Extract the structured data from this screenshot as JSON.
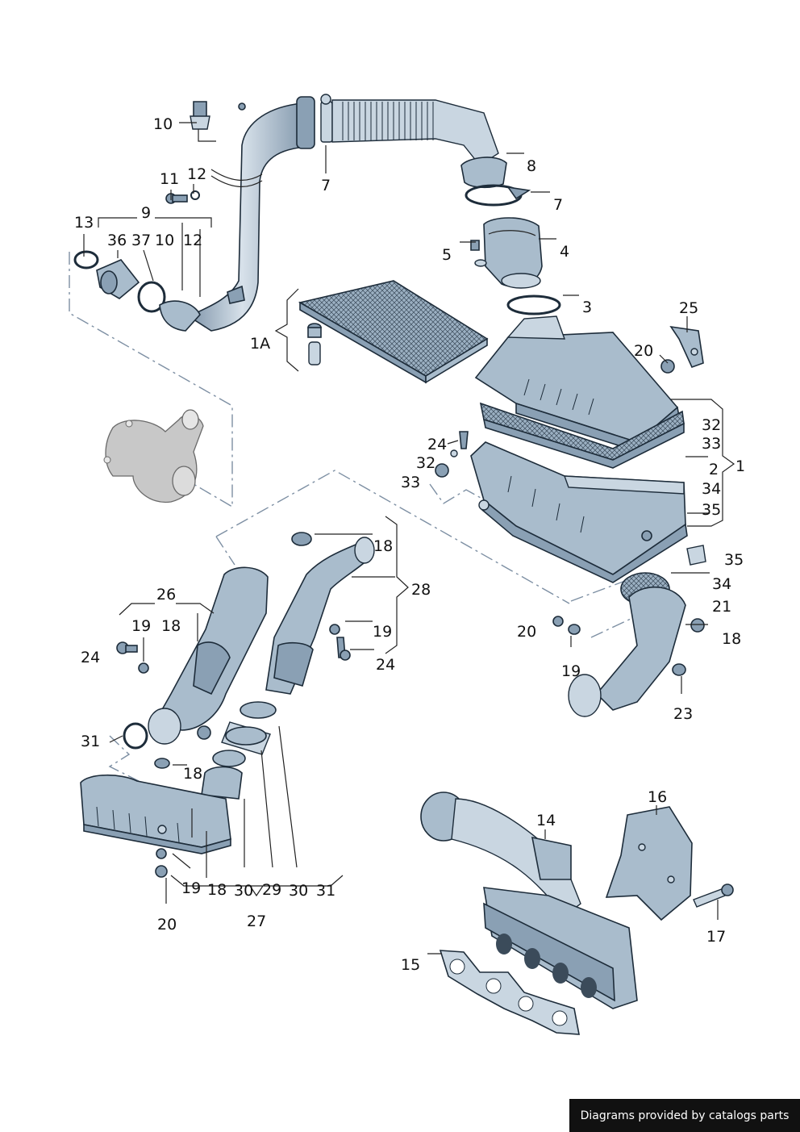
{
  "footer": {
    "credit": "Diagrams provided by catalogs parts"
  },
  "callouts": {
    "c10a": "10",
    "c7a": "7",
    "c8": "8",
    "c7b": "7",
    "c11": "11",
    "c12a": "12",
    "c9": "9",
    "c13": "13",
    "c36": "36",
    "c37": "37",
    "c10b": "10",
    "c12b": "12",
    "c5": "5",
    "c4": "4",
    "c3": "3",
    "c1A": "1A",
    "c25": "25",
    "c20a": "20",
    "c32a": "32",
    "c33a": "33",
    "c2": "2",
    "c1": "1",
    "c34a": "34",
    "c35a": "35",
    "c24a": "24",
    "c32b": "32",
    "c33b": "33",
    "c35b": "35",
    "c34b": "34",
    "c21": "21",
    "c18a": "18",
    "c28": "28",
    "c26": "26",
    "c19a": "19",
    "c18b": "18",
    "c24b": "24",
    "c19b": "19",
    "c24c": "24",
    "c20b": "20",
    "c18c": "18",
    "c19c": "19",
    "c23": "23",
    "c31a": "31",
    "c18d": "18",
    "c19d": "19",
    "c18e": "18",
    "c30a": "30",
    "c29": "29",
    "c30b": "30",
    "c31b": "31",
    "c27": "27",
    "c20c": "20",
    "c14": "14",
    "c16": "16",
    "c17": "17",
    "c15": "15"
  }
}
